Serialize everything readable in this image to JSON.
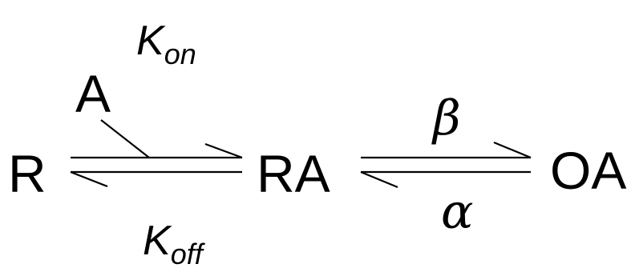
{
  "species": {
    "receptor": "R",
    "agonist": "A",
    "bound": "RA",
    "open": "OA"
  },
  "rates": {
    "on_symbol": "K",
    "on_subscript": "on",
    "off_symbol": "K",
    "off_subscript": "off",
    "opening": "β",
    "closing": "α"
  }
}
